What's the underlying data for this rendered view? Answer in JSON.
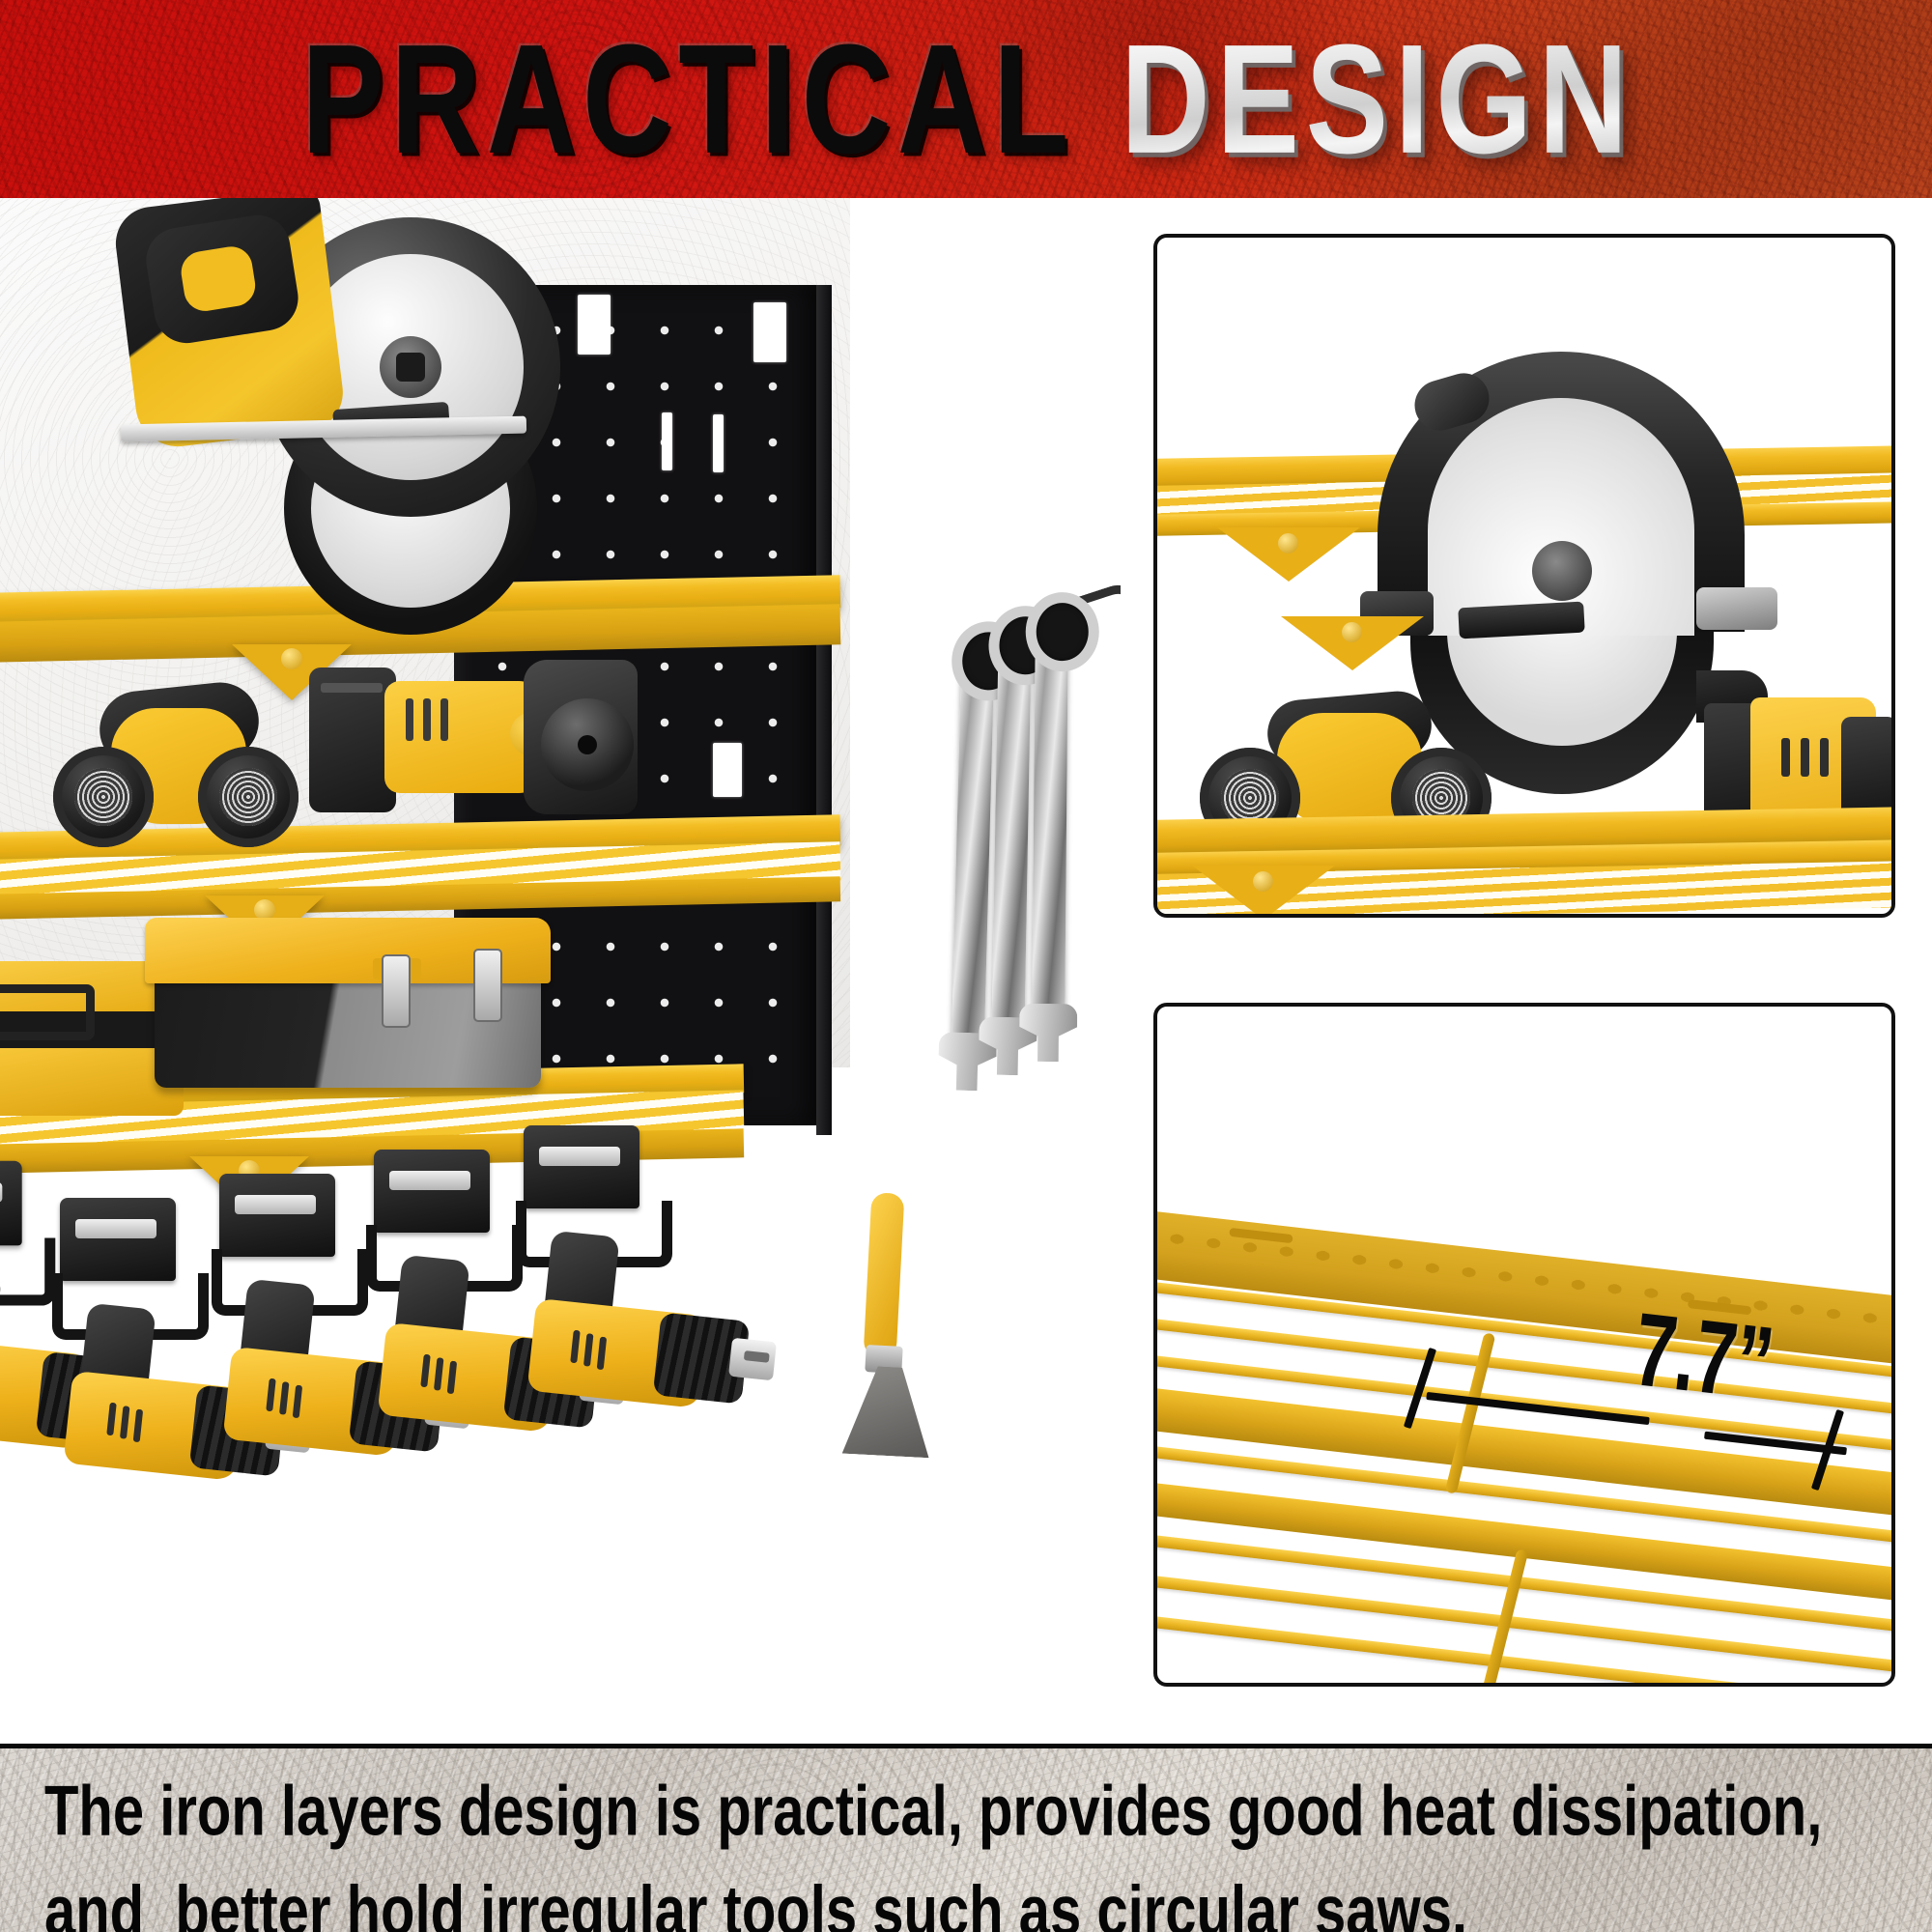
{
  "header": {
    "title_part1": "PRACTICAL",
    "title_part2": "DESIGN",
    "bg_color": "#cf1410",
    "title1_color": "#0b0b0b",
    "title2_color": "#f2f2f2"
  },
  "main_photo": {
    "alt": "wall-mounted power tool organizer rack with yellow iron slat shelves",
    "accent_yellow": "#eeb11b",
    "pegboard_color": "#111012",
    "items": [
      "circular-saw",
      "respirator-mask",
      "angle-grinder",
      "tool-box",
      "storage-case",
      "cordless-drills",
      "combination-wrenches",
      "paint-scraper"
    ]
  },
  "panels": {
    "top": {
      "caption": "",
      "items": [
        "circular-saw",
        "respirator-mask",
        "power-tool"
      ]
    },
    "bottom": {
      "dimension_label": "7.7”",
      "items": [
        "slatted-shelf"
      ]
    }
  },
  "caption": {
    "line1": "The iron layers design is practical, provides good heat dissipation,",
    "line2": "and  better hold irregular tools such as circular saws.",
    "bg_color": "#d6d0c9",
    "text_color": "#060606"
  }
}
